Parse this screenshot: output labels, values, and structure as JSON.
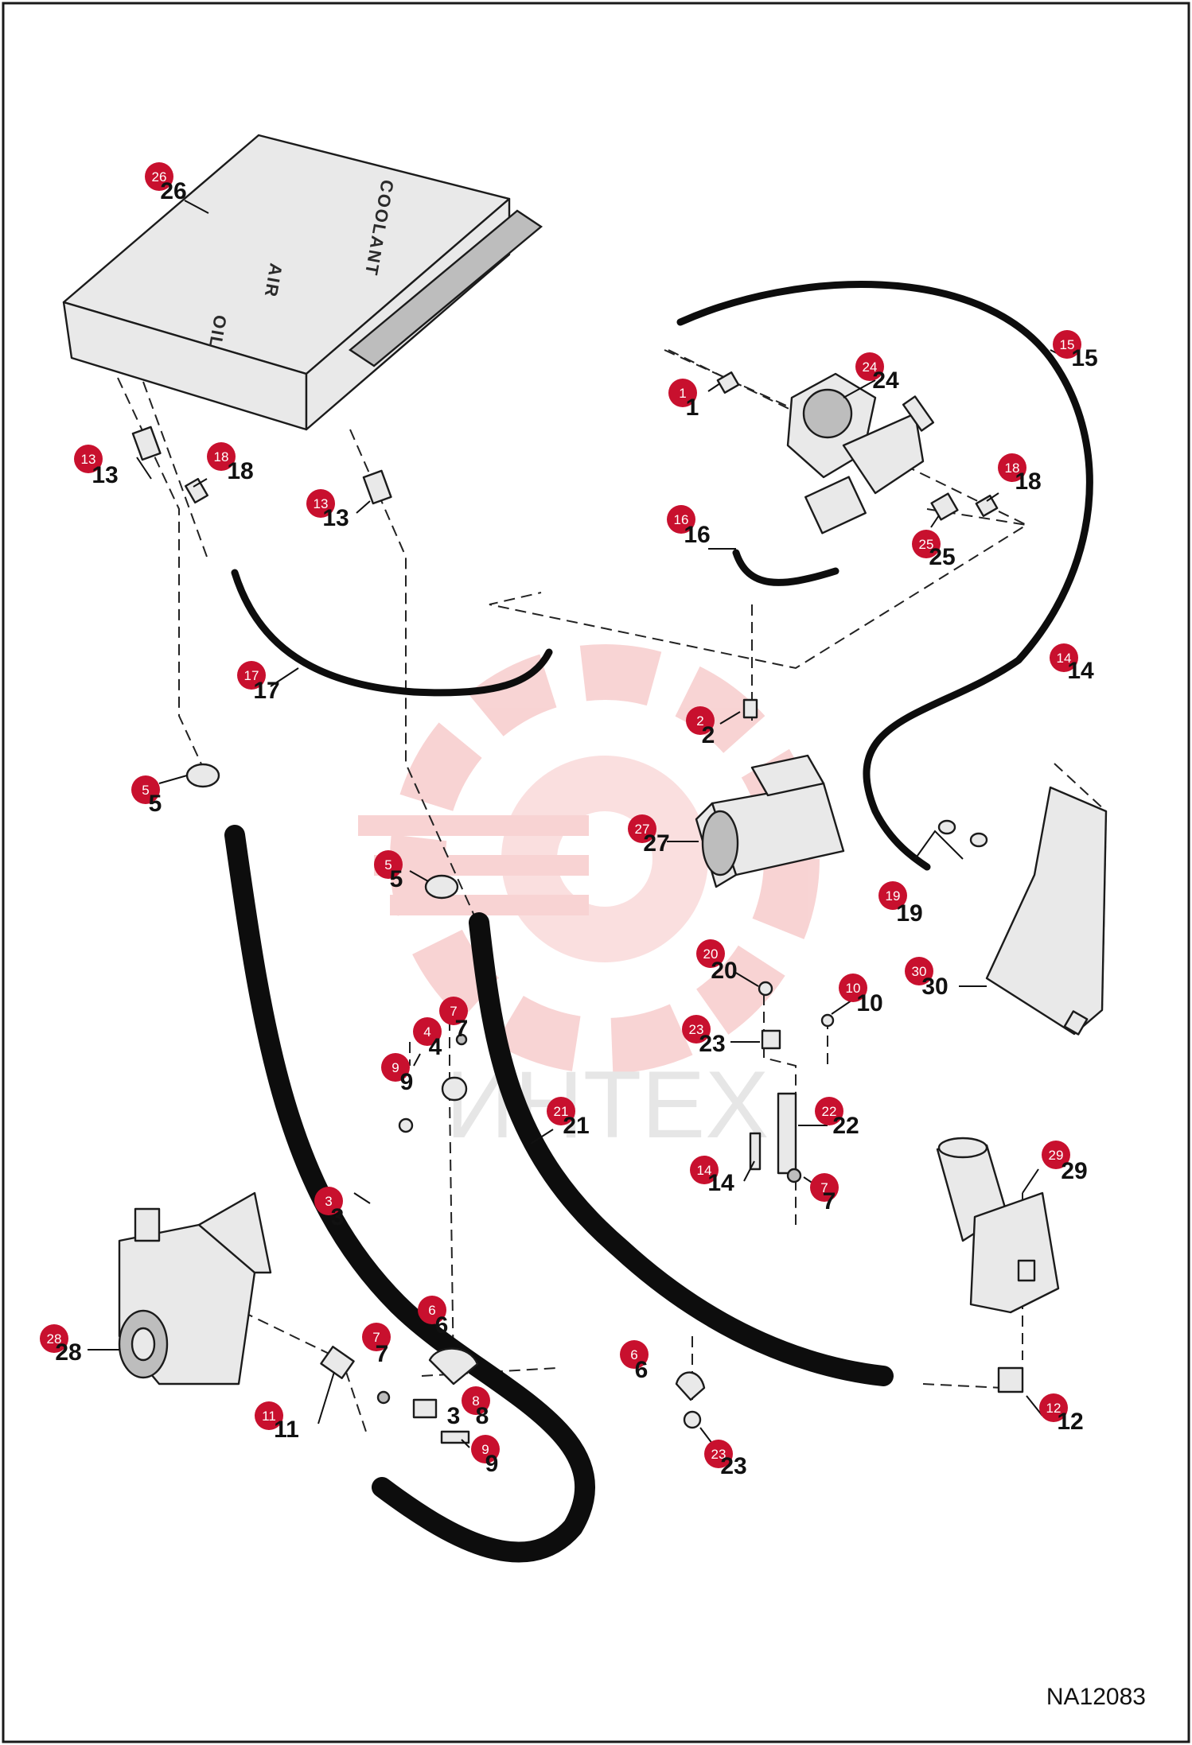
{
  "drawing_number": "NA12083",
  "watermark": "ИНТЕХ",
  "part_labels": {
    "coolant": "COOLANT",
    "air": "AIR",
    "oil": "OIL"
  },
  "colors": {
    "badge_fill": "#c8102e",
    "hose": "#0d0d0d",
    "watermark": "#f3b0b0",
    "frame": "#1a1a1a"
  },
  "callouts": [
    {
      "num": "1"
    },
    {
      "num": "2"
    },
    {
      "num": "3"
    },
    {
      "num": "3"
    },
    {
      "num": "4"
    },
    {
      "num": "5"
    },
    {
      "num": "5"
    },
    {
      "num": "6"
    },
    {
      "num": "6"
    },
    {
      "num": "7"
    },
    {
      "num": "7"
    },
    {
      "num": "7"
    },
    {
      "num": "8"
    },
    {
      "num": "9"
    },
    {
      "num": "9"
    },
    {
      "num": "10"
    },
    {
      "num": "11"
    },
    {
      "num": "12"
    },
    {
      "num": "13"
    },
    {
      "num": "13"
    },
    {
      "num": "14"
    },
    {
      "num": "14"
    },
    {
      "num": "15"
    },
    {
      "num": "16"
    },
    {
      "num": "17"
    },
    {
      "num": "18"
    },
    {
      "num": "18"
    },
    {
      "num": "19"
    },
    {
      "num": "20"
    },
    {
      "num": "21"
    },
    {
      "num": "22"
    },
    {
      "num": "23"
    },
    {
      "num": "23"
    },
    {
      "num": "24"
    },
    {
      "num": "25"
    },
    {
      "num": "26"
    },
    {
      "num": "27"
    },
    {
      "num": "28"
    },
    {
      "num": "29"
    },
    {
      "num": "30"
    }
  ]
}
